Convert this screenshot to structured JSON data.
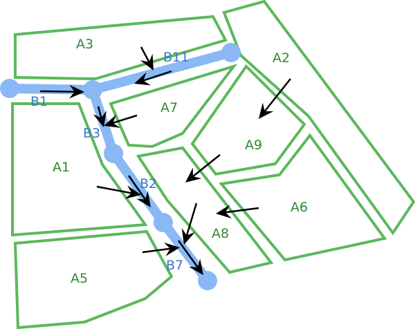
{
  "diagram": {
    "areas": [
      {
        "id": "A1",
        "label": "A1"
      },
      {
        "id": "A2",
        "label": "A2"
      },
      {
        "id": "A3",
        "label": "A3"
      },
      {
        "id": "A5",
        "label": "A5"
      },
      {
        "id": "A6",
        "label": "A6"
      },
      {
        "id": "A7",
        "label": "A7"
      },
      {
        "id": "A8",
        "label": "A8"
      },
      {
        "id": "A9",
        "label": "A9"
      }
    ],
    "branches": [
      {
        "id": "B1",
        "label": "B1"
      },
      {
        "id": "B11",
        "label": "B11"
      },
      {
        "id": "B3",
        "label": "B3"
      },
      {
        "id": "B2",
        "label": "B2"
      },
      {
        "id": "B7",
        "label": "B7"
      }
    ],
    "colors": {
      "area_outline": "#5cb85c",
      "area_label": "#2e8b2e",
      "branch_line": "#8ab8f5",
      "branch_label": "#3a78c2",
      "flow_arrow": "#000000"
    }
  }
}
